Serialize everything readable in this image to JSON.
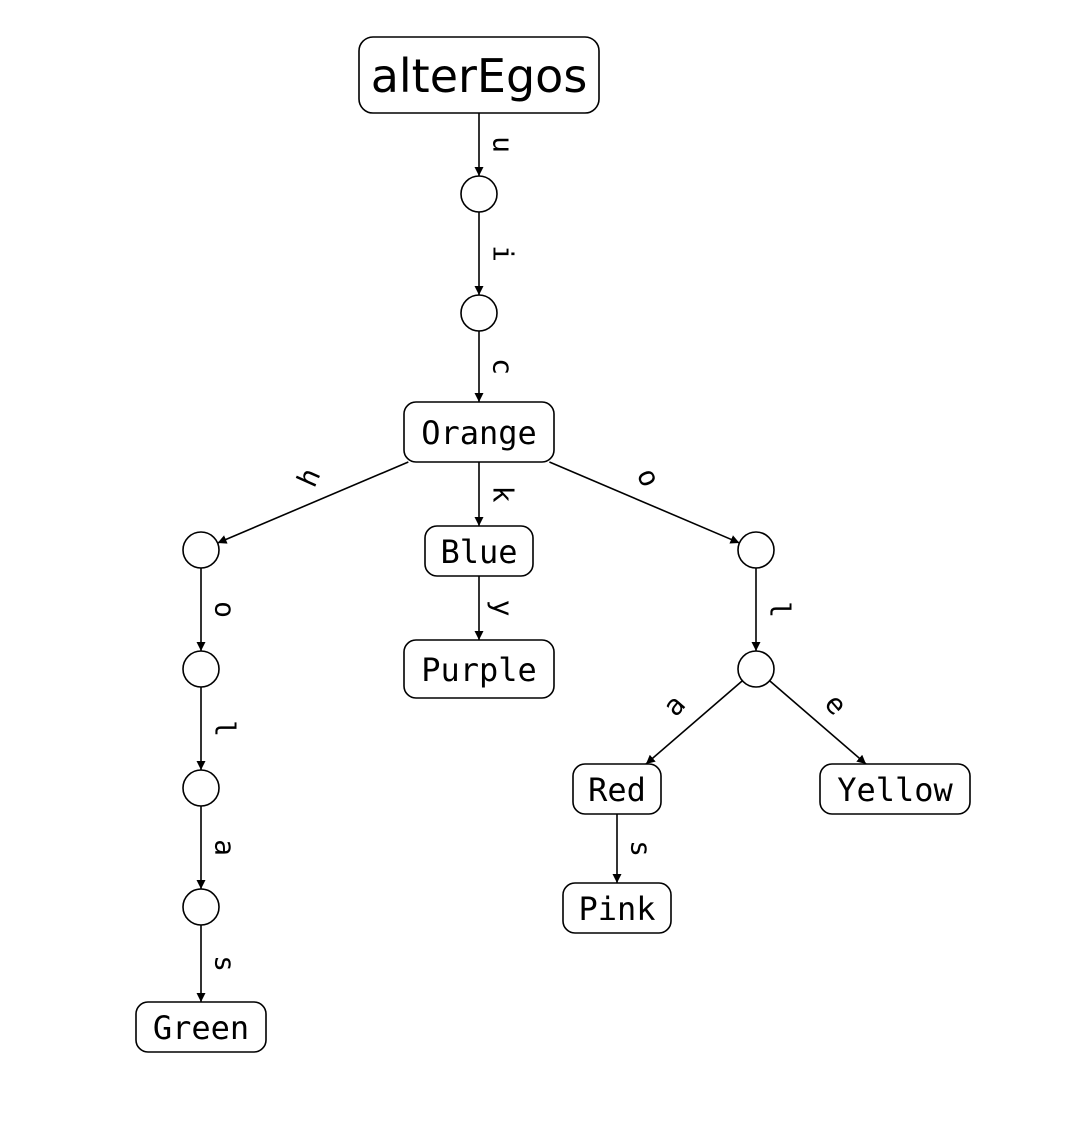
{
  "diagram": {
    "type": "trie",
    "root": {
      "id": "root",
      "label": "alterEgos"
    },
    "nodes": [
      {
        "id": "n1",
        "label": ""
      },
      {
        "id": "n2",
        "label": ""
      },
      {
        "id": "orange",
        "label": "Orange"
      },
      {
        "id": "h1",
        "label": ""
      },
      {
        "id": "blue",
        "label": "Blue"
      },
      {
        "id": "o1",
        "label": ""
      },
      {
        "id": "h2",
        "label": ""
      },
      {
        "id": "purple",
        "label": "Purple"
      },
      {
        "id": "o2",
        "label": ""
      },
      {
        "id": "h3",
        "label": ""
      },
      {
        "id": "red",
        "label": "Red"
      },
      {
        "id": "yellow",
        "label": "Yellow"
      },
      {
        "id": "h4",
        "label": ""
      },
      {
        "id": "pink",
        "label": "Pink"
      },
      {
        "id": "green",
        "label": "Green"
      }
    ],
    "edges": [
      {
        "from": "root",
        "to": "n1",
        "label": "u"
      },
      {
        "from": "n1",
        "to": "n2",
        "label": "i"
      },
      {
        "from": "n2",
        "to": "orange",
        "label": "c"
      },
      {
        "from": "orange",
        "to": "h1",
        "label": "h"
      },
      {
        "from": "orange",
        "to": "blue",
        "label": "k"
      },
      {
        "from": "orange",
        "to": "o1",
        "label": "o"
      },
      {
        "from": "h1",
        "to": "h2",
        "label": "o"
      },
      {
        "from": "blue",
        "to": "purple",
        "label": "y"
      },
      {
        "from": "o1",
        "to": "o2",
        "label": "l"
      },
      {
        "from": "h2",
        "to": "h3",
        "label": "l"
      },
      {
        "from": "o2",
        "to": "red",
        "label": "a"
      },
      {
        "from": "o2",
        "to": "yellow",
        "label": "e"
      },
      {
        "from": "h3",
        "to": "h4",
        "label": "a"
      },
      {
        "from": "red",
        "to": "pink",
        "label": "s"
      },
      {
        "from": "h4",
        "to": "green",
        "label": "s"
      }
    ]
  }
}
